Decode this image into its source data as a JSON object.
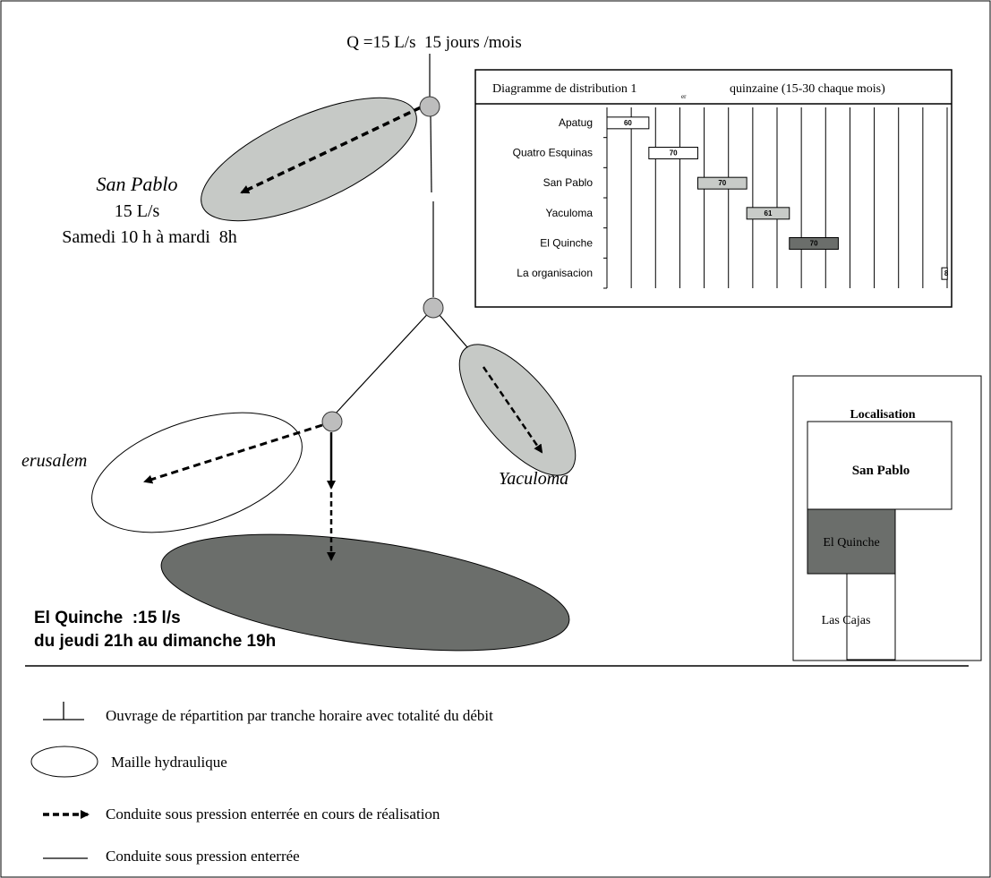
{
  "source": {
    "label": "Q =15 L/s  15 jours /mois"
  },
  "zones": {
    "san_pablo": {
      "name": "San Pablo",
      "flow": "15 L/s",
      "schedule": "Samedi 10 h à mardi  8h"
    },
    "jerusalem": {
      "name": "erusalem"
    },
    "yaculoma": {
      "name": "Yaculoma"
    },
    "el_quinche": {
      "line1": "El Quinche  :15 l/s",
      "line2": "du jeudi 21h au dimanche 19h"
    }
  },
  "gantt": {
    "title_prefix": "Diagramme de distribution 1",
    "title_super": "er",
    "title_suffix": "quinzaine (15-30 chaque mois)",
    "rows": [
      {
        "label": "Apatug",
        "value": "60",
        "color": "#ffffff"
      },
      {
        "label": "Quatro Esquinas",
        "value": "70",
        "color": "#ffffff"
      },
      {
        "label": "San Pablo",
        "value": "70",
        "color": "#c8cbc8"
      },
      {
        "label": "Yaculoma",
        "value": "61",
        "color": "#c8cbc8"
      },
      {
        "label": "El Quinche",
        "value": "70",
        "color": "#6b6e6b"
      },
      {
        "label": "La organisacion",
        "value": "8",
        "color": "#ffffff"
      }
    ]
  },
  "localisation": {
    "title": "Localisation",
    "san_pablo": "San Pablo",
    "el_quinche": "El Quinche",
    "las_cajas": "Las Cajas"
  },
  "legend": {
    "ouvrage": "Ouvrage de répartition par tranche horaire avec totalité du débit",
    "maille": "Maille hydraulique",
    "conduite_realisation": "Conduite sous pression enterrée en cours de réalisation",
    "conduite": "Conduite sous pression enterrée"
  },
  "colors": {
    "light_zone": "#c6c9c6",
    "dark_zone": "#6b6e6b",
    "node": "#bdbdbd"
  }
}
